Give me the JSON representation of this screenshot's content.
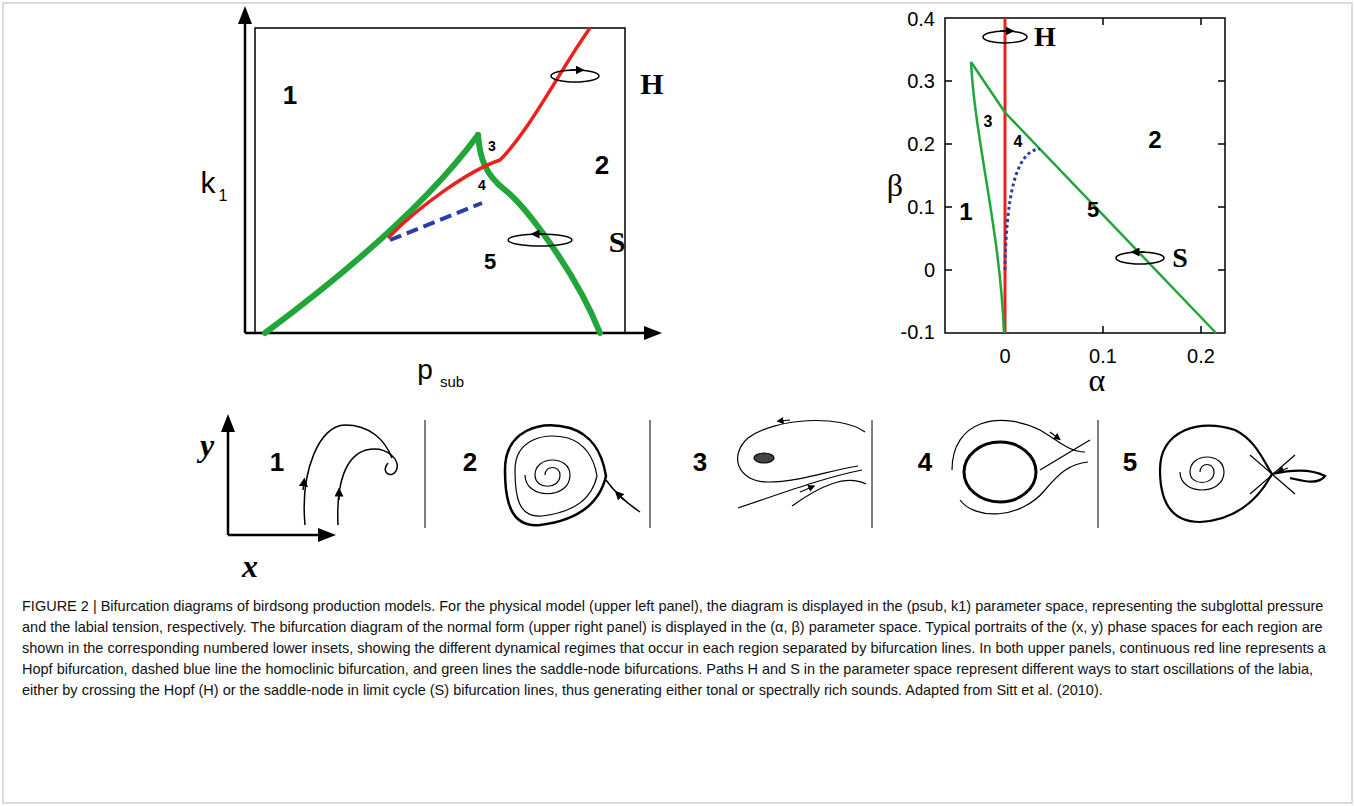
{
  "diagram": {
    "caption": "FIGURE 2 | Bifurcation diagrams of birdsong production models. For the physical model (upper left panel), the diagram is displayed in the (psub, k1) parameter space, representing the subglottal pressure and the labial tension, respectively. The bifurcation diagram of the normal form (upper right panel) is displayed in the (α, β) parameter space. Typical portraits of the (x, y) phase spaces for each region are shown in the corresponding numbered lower insets, showing the different dynamical regimes that occur in each region separated by bifurcation lines. In both upper panels, continuous red line represents a Hopf bifurcation, dashed blue line the homoclinic bifurcation, and green lines the saddle-node bifurcations. Paths H and S in the parameter space represent different ways to start oscillations of the labia, either by crossing the Hopf (H) or the saddle-node in limit cycle (S) bifurcation lines, thus generating either tonal or spectrally rich sounds. Adapted from Sitt et al. (2010).",
    "labels": [
      "k",
      "1",
      "p",
      "sub",
      "1",
      "2",
      "3",
      "4",
      "5",
      "H",
      "S",
      "0.4",
      "0.3",
      "0.2",
      "0.1",
      "0",
      "-0.1",
      "0",
      "0.1",
      "0.2",
      "β",
      "α",
      "1",
      "2",
      "3",
      "4",
      "5",
      "H",
      "S",
      "y",
      "x",
      "1",
      "2",
      "3",
      "4",
      "5"
    ]
  }
}
